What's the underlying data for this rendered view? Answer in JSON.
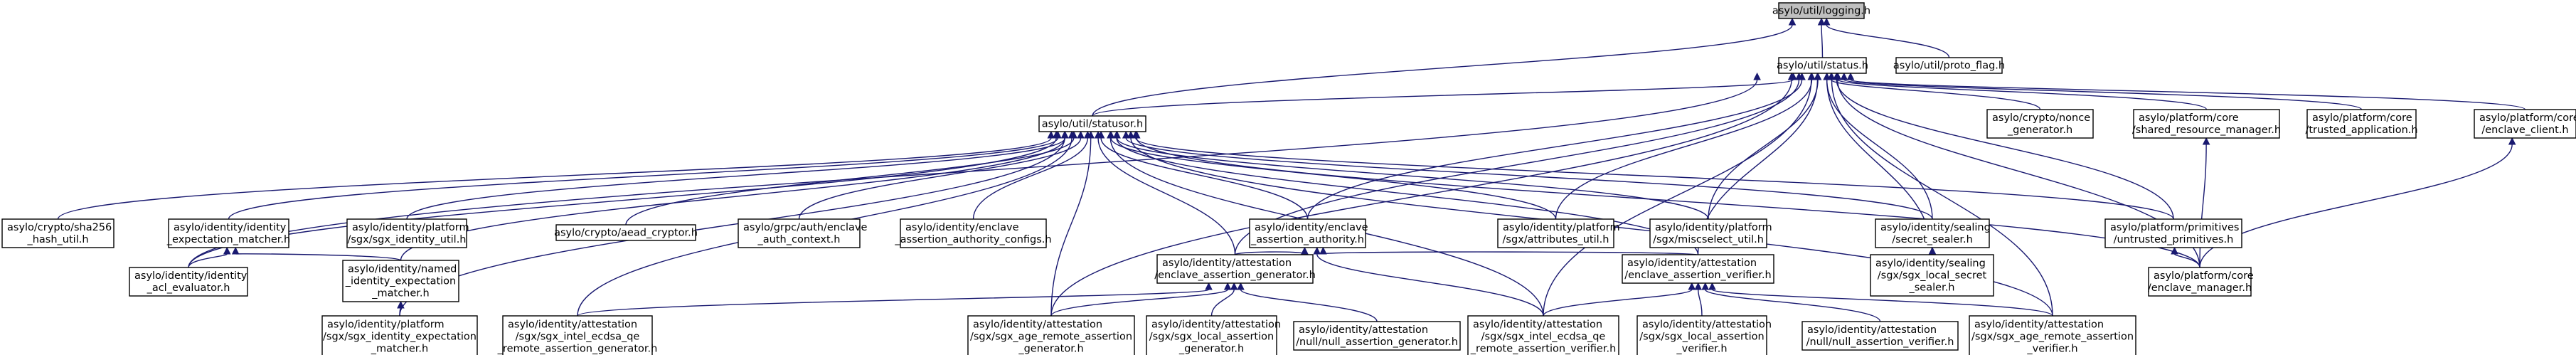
{
  "graph": {
    "nodes": [
      {
        "id": "logging",
        "lines": [
          "asylo/util/logging.h"
        ],
        "root": true
      },
      {
        "id": "status",
        "lines": [
          "asylo/util/status.h"
        ]
      },
      {
        "id": "proto_flag",
        "lines": [
          "asylo/util/proto_flag.h"
        ]
      },
      {
        "id": "statusor",
        "lines": [
          "asylo/util/statusor.h"
        ]
      },
      {
        "id": "nonce_gen",
        "lines": [
          "asylo/crypto/nonce",
          "_generator.h"
        ]
      },
      {
        "id": "shared_res",
        "lines": [
          "asylo/platform/core",
          "/shared_resource_manager.h"
        ]
      },
      {
        "id": "trusted_app",
        "lines": [
          "asylo/platform/core",
          "/trusted_application.h"
        ]
      },
      {
        "id": "enclave_client",
        "lines": [
          "asylo/platform/core",
          "/enclave_client.h"
        ]
      },
      {
        "id": "sha256",
        "lines": [
          "asylo/crypto/sha256",
          "_hash_util.h"
        ]
      },
      {
        "id": "id_exp_matcher",
        "lines": [
          "asylo/identity/identity",
          "_expectation_matcher.h"
        ]
      },
      {
        "id": "sgx_identity_util",
        "lines": [
          "asylo/identity/platform",
          "/sgx/sgx_identity_util.h"
        ]
      },
      {
        "id": "aead",
        "lines": [
          "asylo/crypto/aead_cryptor.h"
        ]
      },
      {
        "id": "grpc_enclave",
        "lines": [
          "asylo/grpc/auth/enclave",
          "_auth_context.h"
        ]
      },
      {
        "id": "assert_auth_configs",
        "lines": [
          "asylo/identity/enclave",
          "_assertion_authority_configs.h"
        ]
      },
      {
        "id": "assert_authority",
        "lines": [
          "asylo/identity/enclave",
          "_assertion_authority.h"
        ]
      },
      {
        "id": "attributes_util",
        "lines": [
          "asylo/identity/platform",
          "/sgx/attributes_util.h"
        ]
      },
      {
        "id": "miscselect_util",
        "lines": [
          "asylo/identity/platform",
          "/sgx/miscselect_util.h"
        ]
      },
      {
        "id": "secret_sealer",
        "lines": [
          "asylo/identity/sealing",
          "/secret_sealer.h"
        ]
      },
      {
        "id": "untrusted_prims",
        "lines": [
          "asylo/platform/primitives",
          "/untrusted_primitives.h"
        ]
      },
      {
        "id": "acl_eval",
        "lines": [
          "asylo/identity/identity",
          "_acl_evaluator.h"
        ]
      },
      {
        "id": "named_id_exp",
        "lines": [
          "asylo/identity/named",
          "_identity_expectation",
          "_matcher.h"
        ]
      },
      {
        "id": "assert_generator",
        "lines": [
          "asylo/identity/attestation",
          "/enclave_assertion_generator.h"
        ]
      },
      {
        "id": "assert_verifier",
        "lines": [
          "asylo/identity/attestation",
          "/enclave_assertion_verifier.h"
        ]
      },
      {
        "id": "sgx_local_sealer",
        "lines": [
          "asylo/identity/sealing",
          "/sgx/sgx_local_secret",
          "_sealer.h"
        ]
      },
      {
        "id": "enclave_manager",
        "lines": [
          "asylo/platform/core",
          "/enclave_manager.h"
        ]
      },
      {
        "id": "sgx_id_exp_matcher",
        "lines": [
          "asylo/identity/platform",
          "/sgx/sgx_identity_expectation",
          "_matcher.h"
        ]
      },
      {
        "id": "ecdsa_gen",
        "lines": [
          "asylo/identity/attestation",
          "/sgx/sgx_intel_ecdsa_qe",
          "_remote_assertion_generator.h"
        ]
      },
      {
        "id": "age_remote_gen",
        "lines": [
          "asylo/identity/attestation",
          "/sgx/sgx_age_remote_assertion",
          "_generator.h"
        ]
      },
      {
        "id": "local_gen",
        "lines": [
          "asylo/identity/attestation",
          "/sgx/sgx_local_assertion",
          "_generator.h"
        ]
      },
      {
        "id": "null_gen",
        "lines": [
          "asylo/identity/attestation",
          "/null/null_assertion_generator.h"
        ]
      },
      {
        "id": "ecdsa_ver",
        "lines": [
          "asylo/identity/attestation",
          "/sgx/sgx_intel_ecdsa_qe",
          "_remote_assertion_verifier.h"
        ]
      },
      {
        "id": "local_ver",
        "lines": [
          "asylo/identity/attestation",
          "/sgx/sgx_local_assertion",
          "_verifier.h"
        ]
      },
      {
        "id": "null_ver",
        "lines": [
          "asylo/identity/attestation",
          "/null/null_assertion_verifier.h"
        ]
      },
      {
        "id": "age_remote_ver",
        "lines": [
          "asylo/identity/attestation",
          "/sgx/sgx_age_remote_assertion",
          "_verifier.h"
        ]
      }
    ],
    "edges": [
      [
        "logging",
        "status"
      ],
      [
        "logging",
        "proto_flag"
      ],
      [
        "logging",
        "statusor"
      ],
      [
        "status",
        "statusor"
      ],
      [
        "status",
        "nonce_gen"
      ],
      [
        "status",
        "shared_res"
      ],
      [
        "status",
        "trusted_app"
      ],
      [
        "status",
        "enclave_client"
      ],
      [
        "status",
        "assert_authority"
      ],
      [
        "status",
        "attributes_util"
      ],
      [
        "status",
        "miscselect_util"
      ],
      [
        "status",
        "secret_sealer"
      ],
      [
        "status",
        "untrusted_prims"
      ],
      [
        "status",
        "acl_eval"
      ],
      [
        "status",
        "assert_generator"
      ],
      [
        "status",
        "assert_verifier"
      ],
      [
        "status",
        "sgx_local_sealer"
      ],
      [
        "status",
        "enclave_manager"
      ],
      [
        "status",
        "ecdsa_ver"
      ],
      [
        "status",
        "age_remote_gen"
      ],
      [
        "status",
        "age_remote_ver"
      ],
      [
        "statusor",
        "sha256"
      ],
      [
        "statusor",
        "id_exp_matcher"
      ],
      [
        "statusor",
        "sgx_identity_util"
      ],
      [
        "statusor",
        "aead"
      ],
      [
        "statusor",
        "grpc_enclave"
      ],
      [
        "statusor",
        "assert_auth_configs"
      ],
      [
        "statusor",
        "assert_authority"
      ],
      [
        "statusor",
        "attributes_util"
      ],
      [
        "statusor",
        "miscselect_util"
      ],
      [
        "statusor",
        "secret_sealer"
      ],
      [
        "statusor",
        "untrusted_prims"
      ],
      [
        "statusor",
        "acl_eval"
      ],
      [
        "statusor",
        "named_id_exp"
      ],
      [
        "statusor",
        "assert_generator"
      ],
      [
        "statusor",
        "assert_verifier"
      ],
      [
        "statusor",
        "enclave_manager"
      ],
      [
        "statusor",
        "sgx_id_exp_matcher"
      ],
      [
        "statusor",
        "ecdsa_gen"
      ],
      [
        "statusor",
        "age_remote_gen"
      ],
      [
        "statusor",
        "ecdsa_ver"
      ],
      [
        "statusor",
        "age_remote_ver"
      ],
      [
        "id_exp_matcher",
        "acl_eval"
      ],
      [
        "id_exp_matcher",
        "named_id_exp"
      ],
      [
        "named_id_exp",
        "sgx_id_exp_matcher"
      ],
      [
        "assert_authority",
        "assert_generator"
      ],
      [
        "assert_authority",
        "assert_verifier"
      ],
      [
        "assert_authority",
        "ecdsa_ver"
      ],
      [
        "secret_sealer",
        "sgx_local_sealer"
      ],
      [
        "shared_res",
        "enclave_manager"
      ],
      [
        "enclave_client",
        "enclave_manager"
      ],
      [
        "untrusted_prims",
        "enclave_manager"
      ],
      [
        "assert_generator",
        "ecdsa_gen"
      ],
      [
        "assert_generator",
        "age_remote_gen"
      ],
      [
        "assert_generator",
        "local_gen"
      ],
      [
        "assert_generator",
        "null_gen"
      ],
      [
        "assert_verifier",
        "ecdsa_ver"
      ],
      [
        "assert_verifier",
        "local_ver"
      ],
      [
        "assert_verifier",
        "null_ver"
      ],
      [
        "assert_verifier",
        "age_remote_ver"
      ]
    ]
  }
}
